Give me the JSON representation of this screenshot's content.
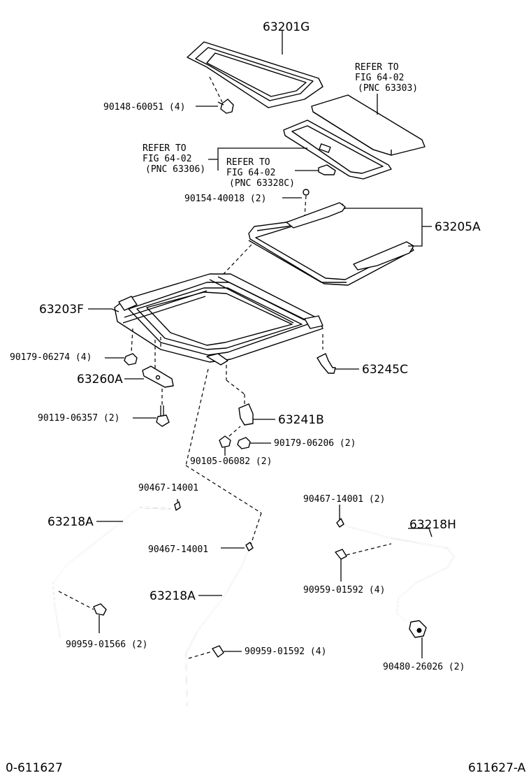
{
  "labels": {
    "glass": "63201G",
    "screw_glass": "90148-60051 (4)",
    "refer1_l1": "REFER TO",
    "refer1_l2": "FIG 64-02",
    "refer1_l3": "(PNC 63303)",
    "refer2_l1": "REFER TO",
    "refer2_l2": "FIG 64-02",
    "refer2_l3": "(PNC 63306)",
    "refer3_l1": "REFER TO",
    "refer3_l2": "FIG 64-02",
    "refer3_l3": "(PNC 63328C)",
    "screw_rail": "90154-40018 (2)",
    "rail": "63205A",
    "housing": "63203F",
    "nut_housing": "90179-06274 (4)",
    "bracket_left": "63260A",
    "bolt_bracket": "90119-06357 (2)",
    "bracket_right": "63245C",
    "bracket_center": "63241B",
    "nut_center": "90179-06206 (2)",
    "bolt_center": "90105-06082 (2)",
    "clamp_top_left": "90467-14001",
    "hose_left": "63218A",
    "clamp_mid": "90467-14001",
    "hose_mid": "63218A",
    "clip_left": "90959-01566 (2)",
    "clip_mid": "90959-01592 (4)",
    "clamp_right": "90467-14001 (2)",
    "hose_right": "63218H",
    "clip_right": "90959-01592 (4)",
    "grommet_right": "90480-26026 (2)"
  },
  "footer": {
    "left": "0-611627",
    "right": "611627-A"
  }
}
